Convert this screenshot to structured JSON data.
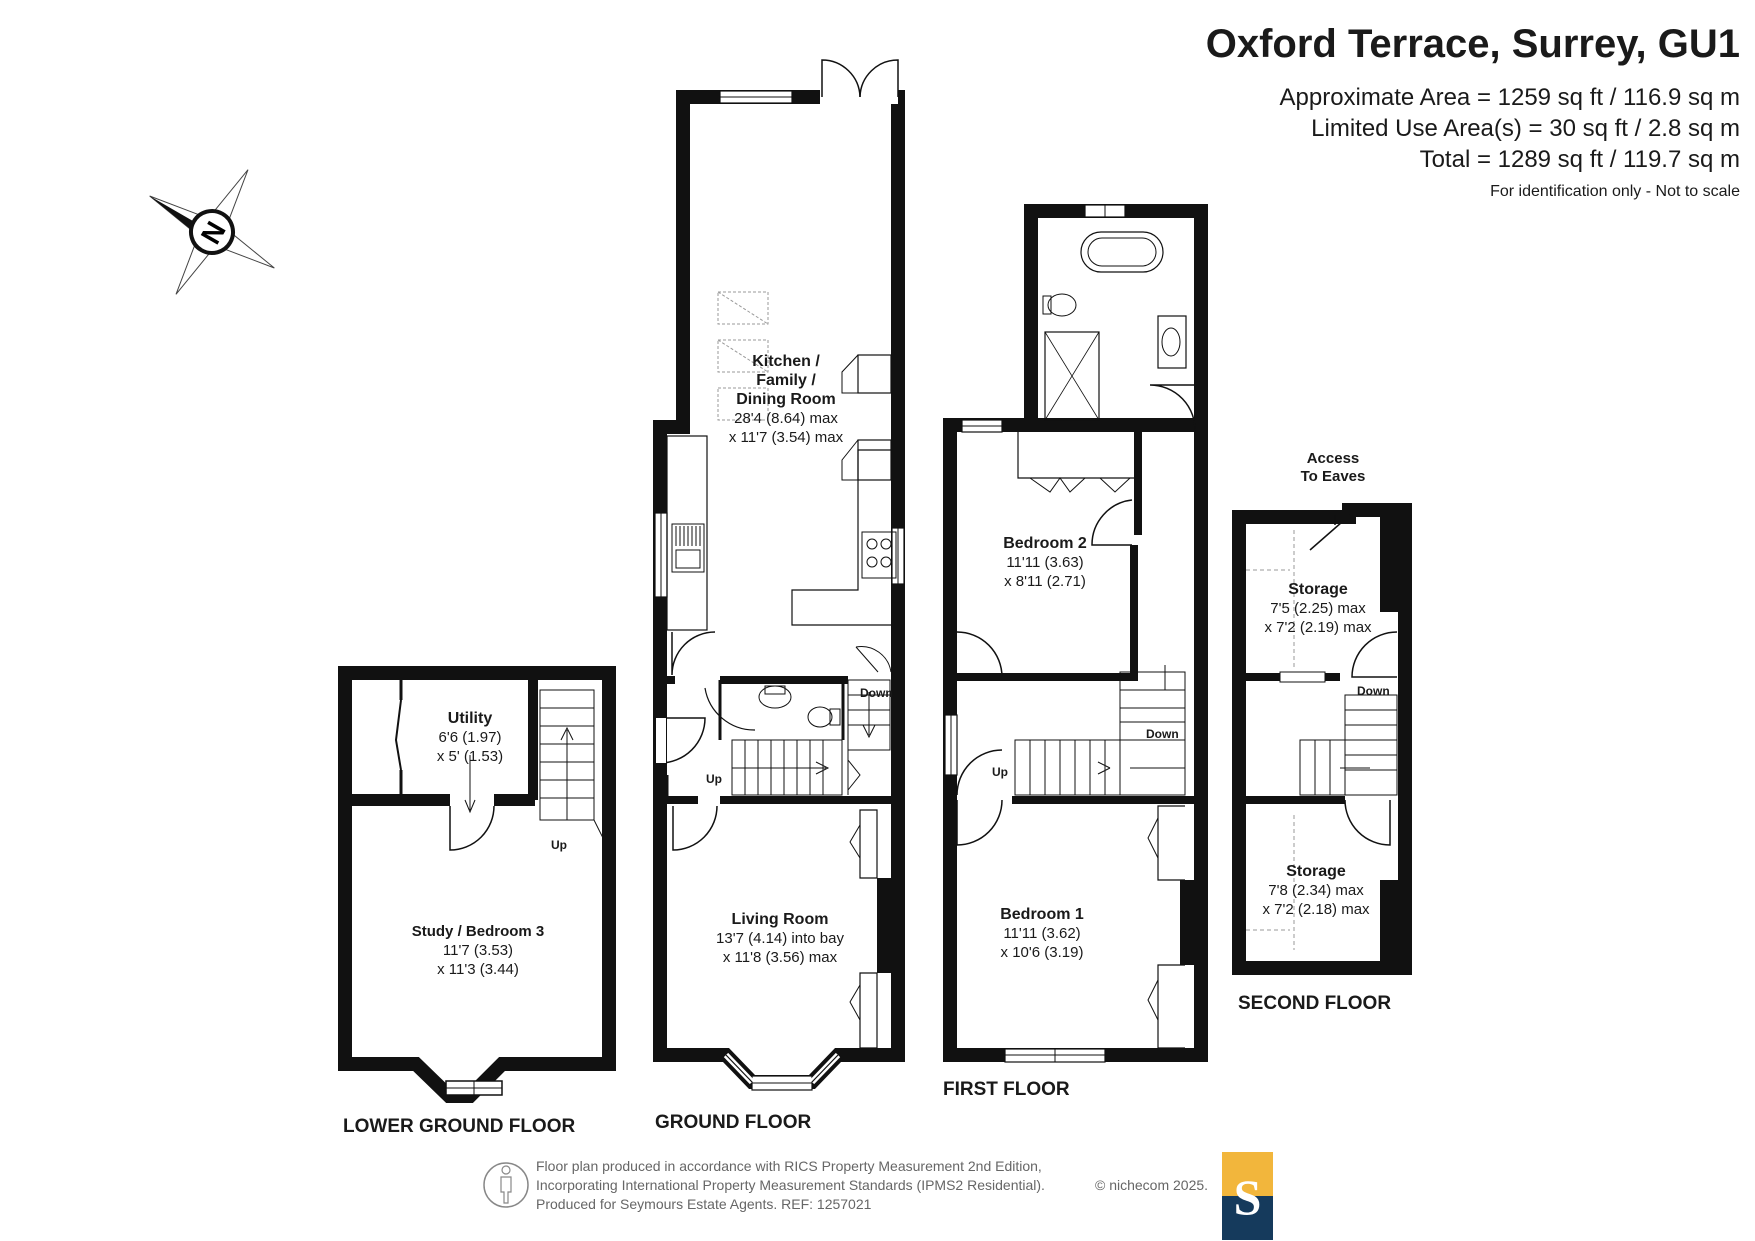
{
  "header": {
    "title": "Oxford Terrace, Surrey, GU1",
    "approx_area": "Approximate Area = 1259 sq ft / 116.9 sq m",
    "limited_use": "Limited Use Area(s) = 30 sq ft / 2.8 sq m",
    "total": "Total = 1289 sq ft / 119.7 sq m",
    "disclaimer": "For identification only - Not to scale"
  },
  "compass": {
    "label": "N"
  },
  "rooms": {
    "kitchen": {
      "name": "Kitchen /\nFamily /\nDining Room",
      "dim1": "28'4 (8.64) max",
      "dim2": "x 11'7 (3.54) max"
    },
    "living": {
      "name": "Living Room",
      "dim1": "13'7 (4.14) into bay",
      "dim2": "x 11'8 (3.56) max"
    },
    "utility": {
      "name": "Utility",
      "dim1": "6'6 (1.97)",
      "dim2": "x 5' (1.53)"
    },
    "study": {
      "name": "Study / Bedroom 3",
      "dim1": "11'7 (3.53)",
      "dim2": "x 11'3 (3.44)"
    },
    "bedroom2": {
      "name": "Bedroom 2",
      "dim1": "11'11 (3.63)",
      "dim2": "x 8'11 (2.71)"
    },
    "bedroom1": {
      "name": "Bedroom 1",
      "dim1": "11'11 (3.62)",
      "dim2": "x 10'6 (3.19)"
    },
    "storage1": {
      "name": "Storage",
      "dim1": "7'5 (2.25) max",
      "dim2": "x 7'2 (2.19) max"
    },
    "storage2": {
      "name": "Storage",
      "dim1": "7'8 (2.34) max",
      "dim2": "x 7'2 (2.18) max"
    }
  },
  "access_eaves": "Access\nTo Eaves",
  "stair_labels": {
    "up": "Up",
    "down": "Down"
  },
  "floors": {
    "lower_ground": "LOWER GROUND FLOOR",
    "ground": "GROUND FLOOR",
    "first": "FIRST FLOOR",
    "second": "SECOND FLOOR"
  },
  "footer": {
    "line1": "Floor plan produced in accordance with RICS Property Measurement 2nd Edition,",
    "line2": "Incorporating International Property Measurement Standards (IPMS2 Residential).",
    "line3": "Produced for Seymours Estate Agents.    REF: 1257021",
    "credit": "© nichecom 2025.",
    "logo_letter": "S"
  },
  "colors": {
    "wall": "#111111",
    "fixture": "#666666",
    "logo_top": "#f2b63c",
    "logo_bottom": "#153a5c",
    "footer_text": "#666666"
  }
}
